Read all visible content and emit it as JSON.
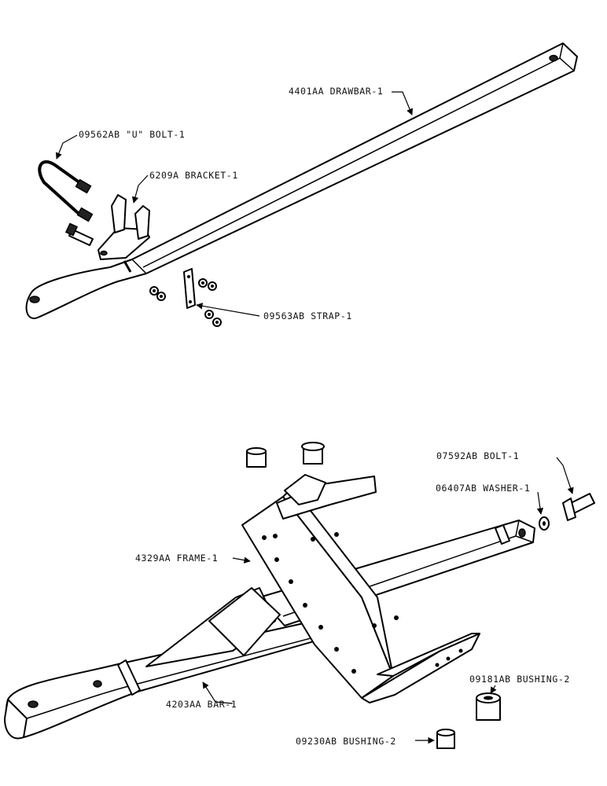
{
  "labels": {
    "drawbar": "4401AA DRAWBAR-1",
    "ubolt": "09562AB \"U\" BOLT-1",
    "bracket": "6209A BRACKET-1",
    "strap": "09563AB STRAP-1",
    "bolt": "07592AB BOLT-1",
    "washer": "06407AB WASHER-1",
    "frame": "4329AA FRAME-1",
    "bar": "4203AA BAR-1",
    "bushing1": "09181AB BUSHING-2",
    "bushing2": "09230AB BUSHING-2"
  }
}
